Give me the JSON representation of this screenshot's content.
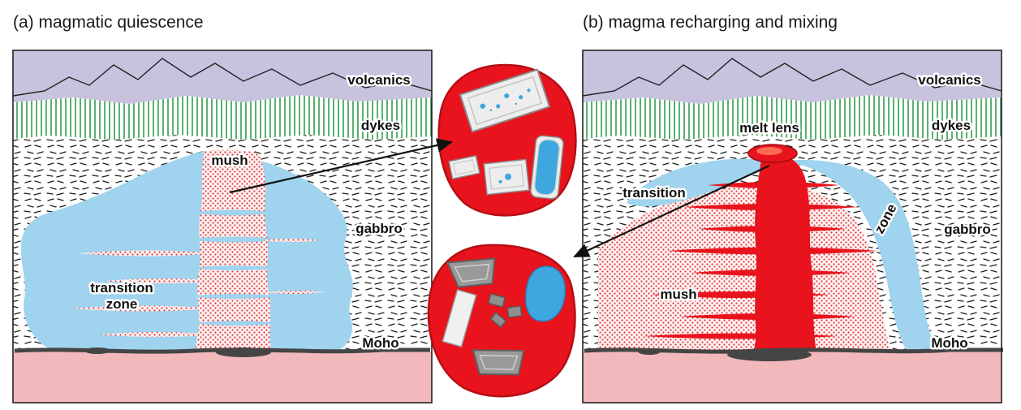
{
  "figure": {
    "panel_a_title": "(a) magmatic quiescence",
    "panel_b_title": "(b) magma recharging and mixing"
  },
  "panel_a": {
    "labels": {
      "volcanics": "volcanics",
      "dykes": "dykes",
      "mush": "mush",
      "gabbro": "gabbro",
      "transition": "transition",
      "zone": "zone",
      "moho": "Moho"
    }
  },
  "panel_b": {
    "labels": {
      "volcanics": "volcanics",
      "dykes": "dykes",
      "melt_lens": "melt lens",
      "transition": "transition",
      "zone": "zone",
      "gabbro": "gabbro",
      "mush": "mush",
      "moho": "Moho"
    }
  },
  "colors": {
    "volcanics": "#c8c2de",
    "dyke_green": "#2f9e49",
    "transition_blue": "#9fd3ee",
    "melt_red": "#e8131c",
    "mantle_pink": "#f2b9bd",
    "stipple_red": "#e2393f",
    "moho_dark": "#454545",
    "crystal_white": "#ededed",
    "crystal_gray": "#999999",
    "melt_inclusion_blue": "#3fa7e0",
    "inset_outline_red": "#b50e14"
  }
}
